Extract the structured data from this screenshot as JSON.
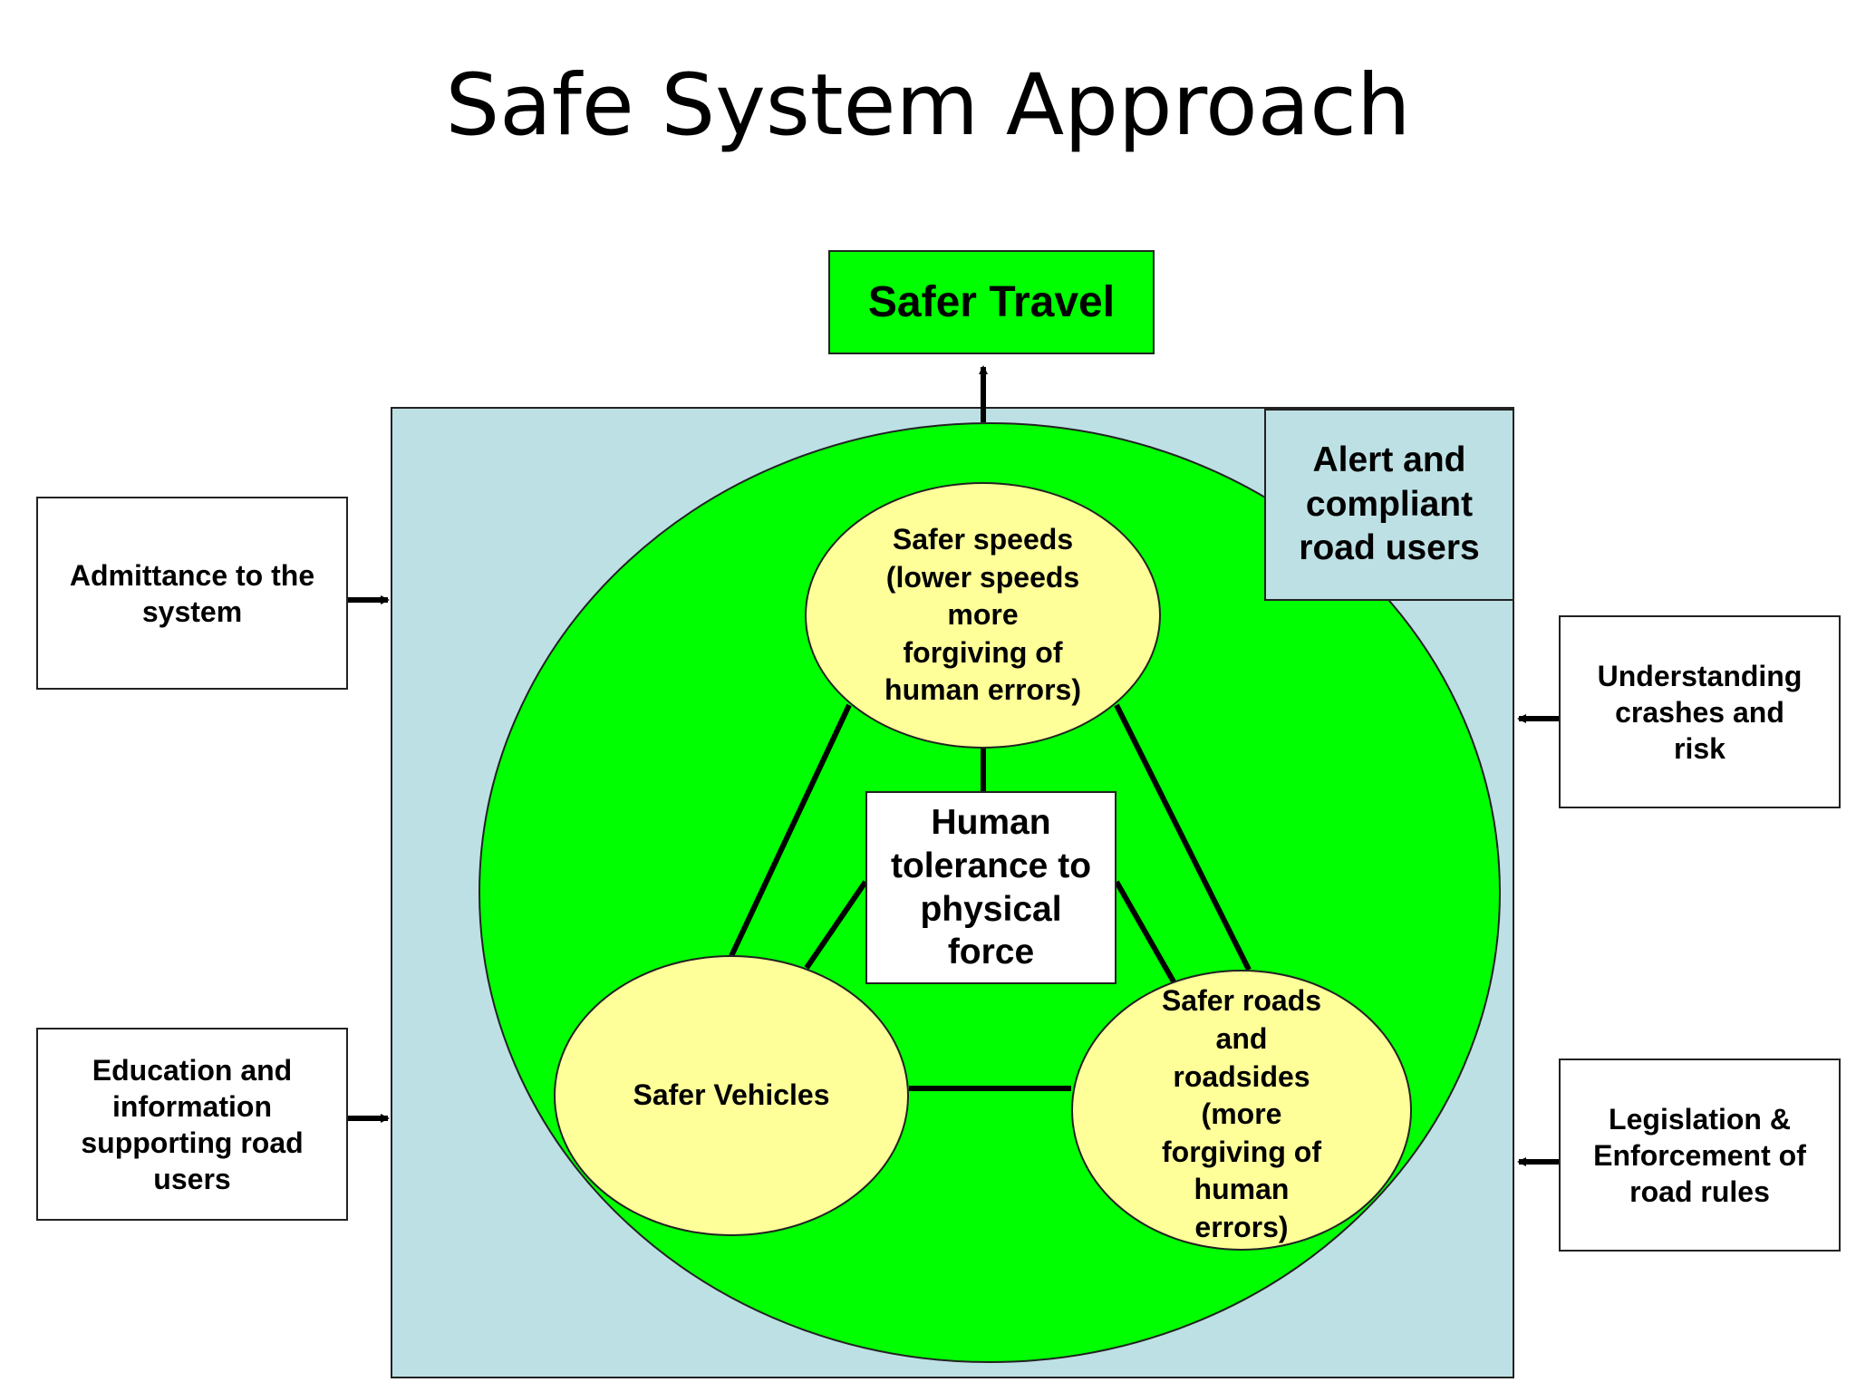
{
  "title": "Safe System Approach",
  "outcome": {
    "label": "Safer Travel"
  },
  "corner_box": {
    "label": "Alert and\ncompliant\nroad users"
  },
  "center_box": {
    "label": "Human\ntolerance to\nphysical\nforce"
  },
  "pillars": {
    "speeds": "Safer speeds\n(lower speeds\nmore\nforgiving of\nhuman errors)",
    "vehicles": "Safer Vehicles",
    "roads": "Safer roads\nand\nroadsides\n(more\nforgiving of\nhuman\nerrors)"
  },
  "inputs_left": [
    {
      "label": "Admittance to the\nsystem"
    },
    {
      "label": "Education and\ninformation\nsupporting road\nusers"
    }
  ],
  "inputs_right": [
    {
      "label": "Understanding\ncrashes and\nrisk"
    },
    {
      "label": "Legislation &\nEnforcement of\nroad rules"
    }
  ],
  "colors": {
    "green": "#00ff00",
    "light_blue": "#bde0e4",
    "yellow": "#ffff99",
    "line": "#000000"
  }
}
